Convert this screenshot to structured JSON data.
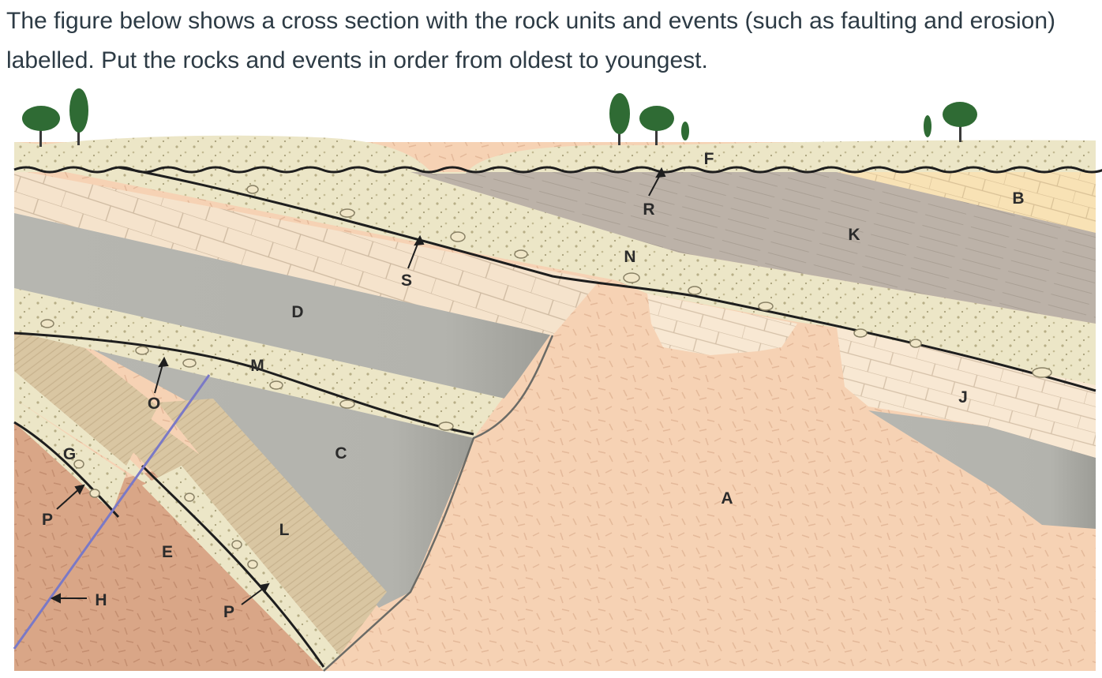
{
  "question": {
    "text": "The figure below shows a cross section with the rock units and events (such as faulting and erosion) labelled.  Put the rocks and events in order from oldest to youngest."
  },
  "diagram": {
    "labels": {
      "A": "A",
      "B": "B",
      "C": "C",
      "D": "D",
      "E": "E",
      "F": "F",
      "G": "G",
      "H": "H",
      "J": "J",
      "K": "K",
      "L": "L",
      "M": "M",
      "N": "N",
      "O": "O",
      "P1": "P",
      "P2": "P",
      "R": "R",
      "S": "S"
    },
    "colors": {
      "granite": "#f6d2b4",
      "basement_E": "#d9a687",
      "gray_shale": "#b3b3ad",
      "sandstone": "#ece6c7",
      "limestone": "#f5e3cc",
      "dark_shale_K": "#bcb2a8",
      "light_limestone_B": "#f8e2b5",
      "striped_L": "#d9c6a2",
      "fault": "#7a79c6",
      "unconformity": "#1e1e1e",
      "tree": "#2f6b34"
    }
  }
}
